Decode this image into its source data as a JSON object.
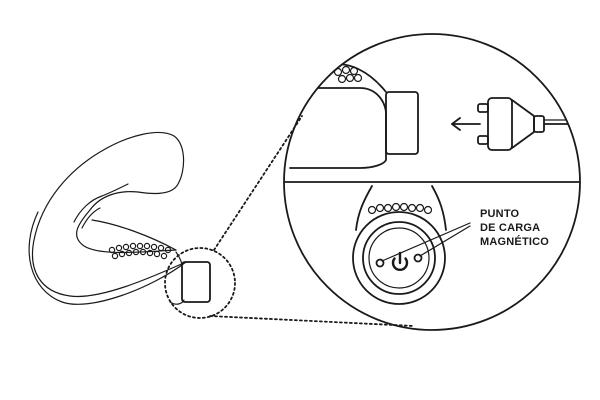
{
  "callout": {
    "line1": "PUNTO",
    "line2": "DE CARGA",
    "line3": "MAGNÉTICO"
  },
  "icons": {
    "power": "power-icon",
    "arrow": "arrow-left-icon"
  },
  "colors": {
    "line": "#1a1a1a",
    "background": "#ffffff"
  }
}
